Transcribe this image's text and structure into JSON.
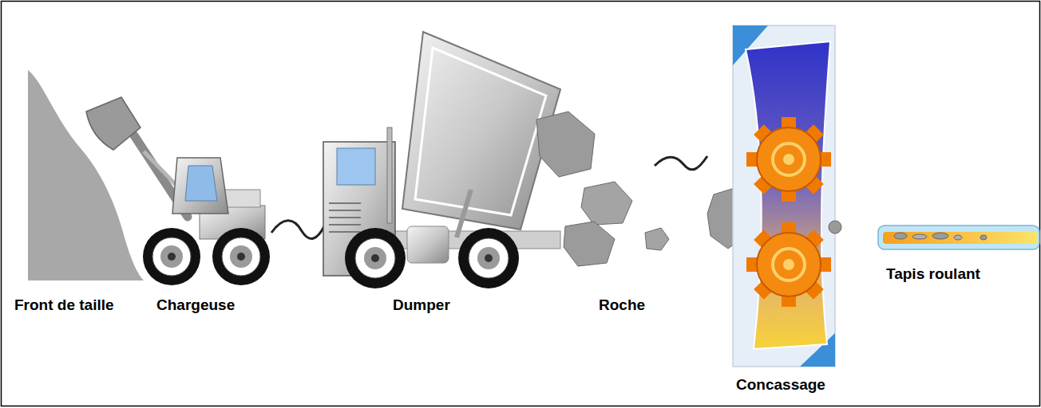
{
  "diagram": {
    "labels": [
      "Front de taille",
      "Chargeuse",
      "Dumper",
      "Roche",
      "Concassage",
      "Tapis roulant"
    ]
  }
}
